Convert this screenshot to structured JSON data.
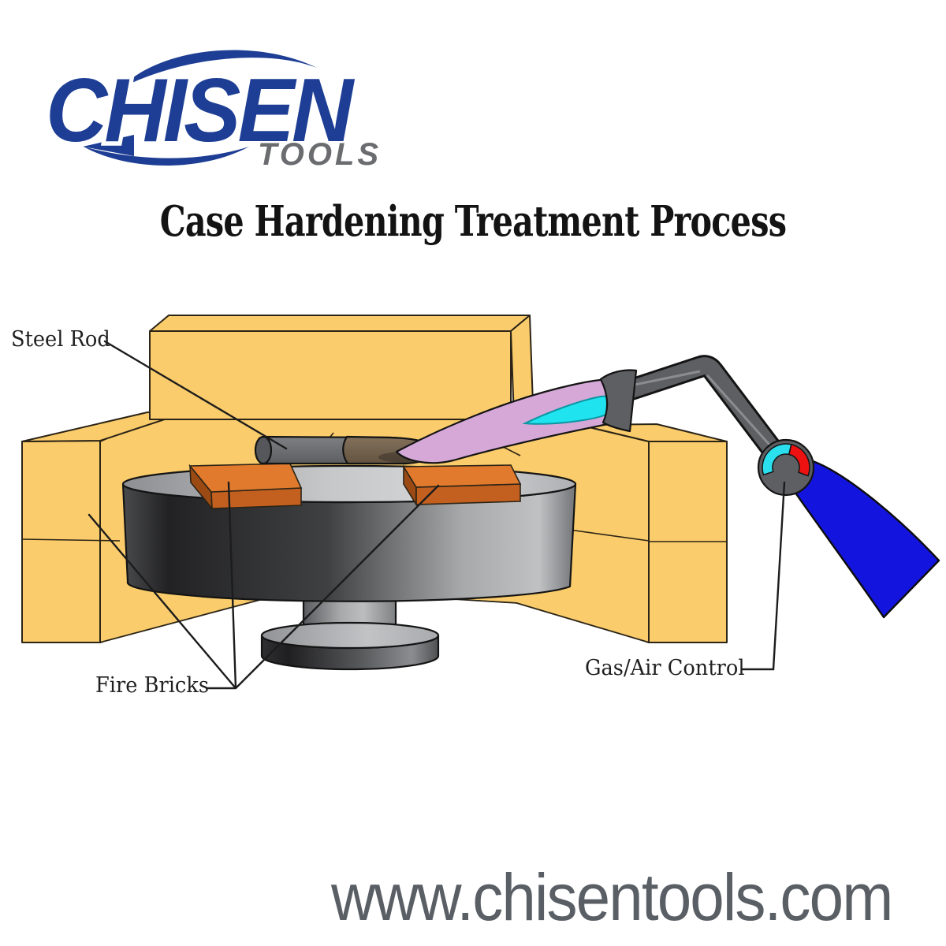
{
  "logo": {
    "brand": "CHISEN",
    "subtext": "TOOLS"
  },
  "title": "Case Hardening Treatment Process",
  "diagram": {
    "labels": {
      "steel_rod": "Steel Rod",
      "fire_bricks": "Fire Bricks",
      "gas_air_control": "Gas/Air Control"
    }
  },
  "footer": {
    "website": "www.chisentools.com"
  },
  "colors": {
    "logo_blue": "#1d3e94",
    "logo_gray": "#6b6c6f",
    "brick_yellow": "#FACC6B",
    "brick_outline": "#2b2417",
    "orange_brick_top": "#E17A2C",
    "orange_brick_front": "#C4601F",
    "orange_brick_side": "#9C4A14",
    "flame_outer_pink": "#D5A8D8",
    "flame_inner_cyan": "#1FE4EF",
    "torch_gray": "#5d5f62",
    "handle_blue": "#1414DF",
    "knob_cyan": "#2BE0EE",
    "knob_red": "#EE1111",
    "rod_gray": "#6b6d70",
    "rod_heated_brown": "#77664F",
    "label_text": "#1f1f1f",
    "website_gray": "#5a5f66"
  }
}
